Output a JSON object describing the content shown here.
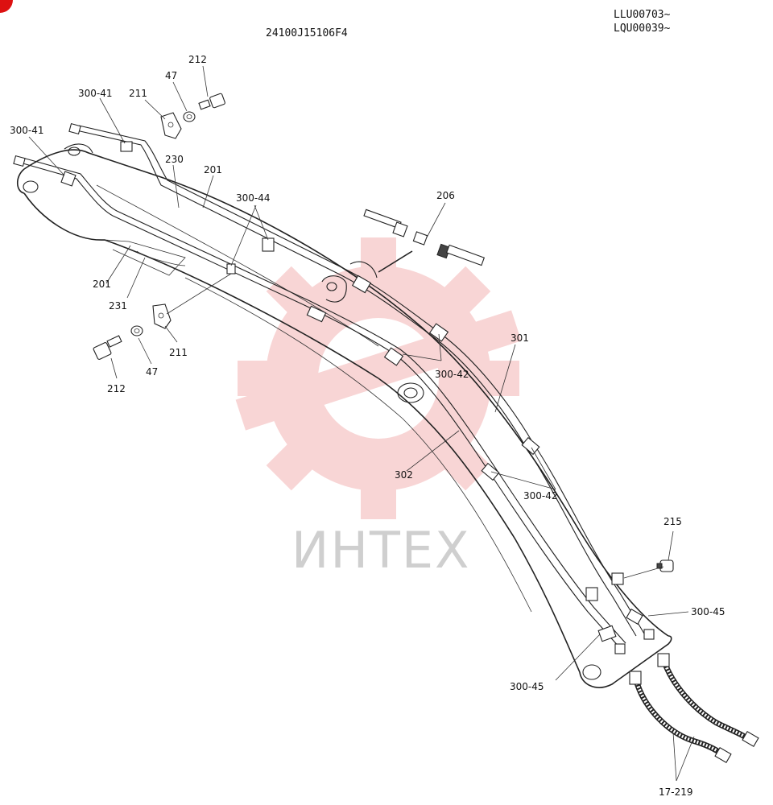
{
  "header": {
    "part_number": "24100J15106F4",
    "serial_1": "LLU00703~",
    "serial_2": "LQU00039~"
  },
  "watermark": {
    "text": "ИНТЕХ",
    "color": "#f4b4b4"
  },
  "callouts": [
    {
      "id": "c-212-top",
      "text": "212"
    },
    {
      "id": "c-47-top",
      "text": "47"
    },
    {
      "id": "c-211-top",
      "text": "211"
    },
    {
      "id": "c-300-41-a",
      "text": "300-41"
    },
    {
      "id": "c-300-41-b",
      "text": "300-41"
    },
    {
      "id": "c-230",
      "text": "230"
    },
    {
      "id": "c-201-top",
      "text": "201"
    },
    {
      "id": "c-300-44",
      "text": "300-44"
    },
    {
      "id": "c-206",
      "text": "206"
    },
    {
      "id": "c-201-left",
      "text": "201"
    },
    {
      "id": "c-231",
      "text": "231"
    },
    {
      "id": "c-211-bottom",
      "text": "211"
    },
    {
      "id": "c-212-bottom",
      "text": "212"
    },
    {
      "id": "c-47-bottom",
      "text": "47"
    },
    {
      "id": "c-301",
      "text": "301"
    },
    {
      "id": "c-300-42-a",
      "text": "300-42"
    },
    {
      "id": "c-302",
      "text": "302"
    },
    {
      "id": "c-300-42-b",
      "text": "300-42"
    },
    {
      "id": "c-215",
      "text": "215"
    },
    {
      "id": "c-300-45-a",
      "text": "300-45"
    },
    {
      "id": "c-300-45-b",
      "text": "300-45"
    },
    {
      "id": "c-17-219",
      "text": "17-219"
    }
  ]
}
